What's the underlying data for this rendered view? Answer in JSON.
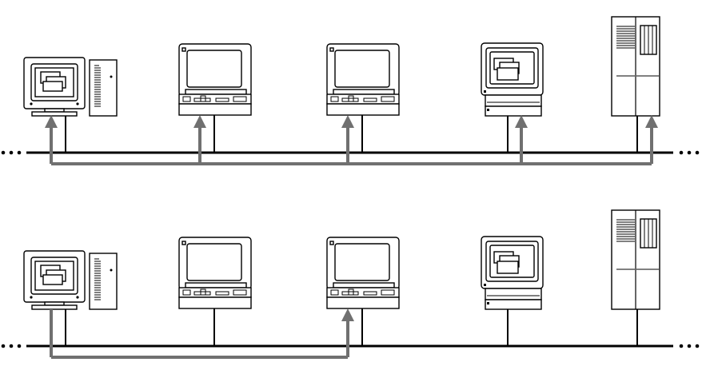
{
  "diagram": {
    "panels": [
      {
        "id": "top",
        "nodes": [
          {
            "kind": "workstation-tower",
            "screen": "windows"
          },
          {
            "kind": "terminal",
            "screen": "blank"
          },
          {
            "kind": "terminal",
            "screen": "blank"
          },
          {
            "kind": "terminal",
            "screen": "windows"
          },
          {
            "kind": "server-cabinet"
          }
        ],
        "network": "continues-both-ends",
        "data_flow": "all-nodes-interconnected"
      },
      {
        "id": "bottom",
        "nodes": [
          {
            "kind": "workstation-tower",
            "screen": "windows"
          },
          {
            "kind": "terminal",
            "screen": "blank"
          },
          {
            "kind": "terminal",
            "screen": "blank"
          },
          {
            "kind": "terminal",
            "screen": "windows"
          },
          {
            "kind": "server-cabinet"
          }
        ],
        "network": "continues-both-ends",
        "data_flow": "first-node-to-third-node"
      }
    ],
    "colors": {
      "line": "#000000",
      "flow": "#707070",
      "background": "#ffffff"
    }
  }
}
